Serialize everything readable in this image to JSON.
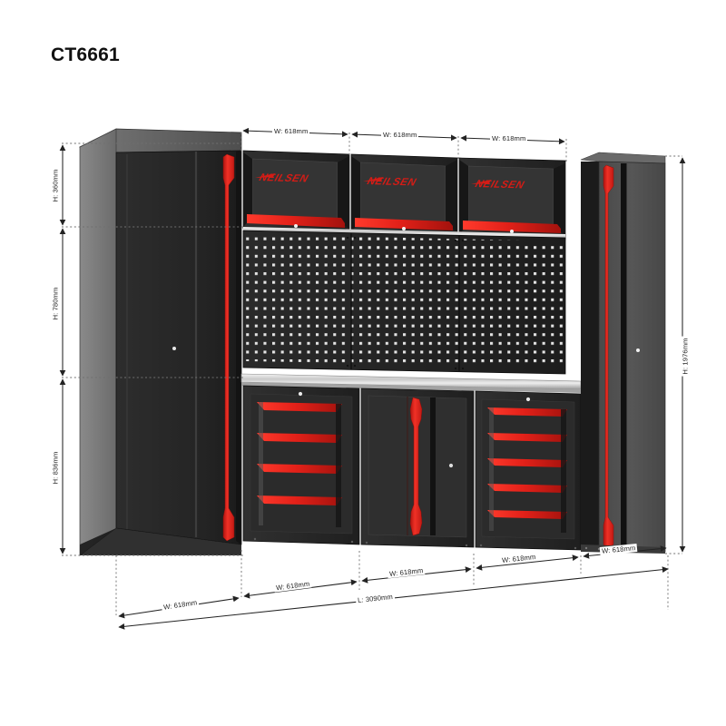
{
  "page": {
    "title": "CT6661",
    "background": "#ffffff"
  },
  "colors": {
    "brand_red": "#e32119",
    "body_black": "#262626",
    "panel_dark": "#1e1e1e",
    "side_gray": "#6e6e6e",
    "worktop": "#d8d8d8",
    "dimension_line": "#2b2b2b",
    "guide_line": "#9a9a9a"
  },
  "product": {
    "brand_logo_text": "NEILSEN",
    "view": "3d-perspective-rendering",
    "modules": [
      {
        "name": "left-tall-cabinet",
        "type": "tall-locker",
        "doors": 1,
        "handle": "red-vertical"
      },
      {
        "name": "wall-cabinet-1",
        "type": "wall-cabinet",
        "doors": 1,
        "logo": "NEILSEN"
      },
      {
        "name": "wall-cabinet-2",
        "type": "wall-cabinet",
        "doors": 1,
        "logo": "NEILSEN"
      },
      {
        "name": "wall-cabinet-3",
        "type": "wall-cabinet",
        "doors": 1,
        "logo": "NEILSEN"
      },
      {
        "name": "pegboard-back-panel",
        "type": "pegboard",
        "panels": 3
      },
      {
        "name": "stainless-worktop",
        "type": "worktop"
      },
      {
        "name": "base-drawer-unit-left",
        "type": "drawer-unit",
        "drawers": 4
      },
      {
        "name": "base-door-cabinet-centre",
        "type": "door-cabinet",
        "doors": 2
      },
      {
        "name": "base-drawer-unit-right",
        "type": "drawer-unit",
        "drawers": 5
      },
      {
        "name": "right-tall-cabinet",
        "type": "tall-locker",
        "doors": 1,
        "handle": "red-vertical"
      }
    ]
  },
  "dimensions": {
    "top_widths": [
      {
        "id": "top-w-1",
        "label": "W: 618mm"
      },
      {
        "id": "top-w-2",
        "label": "W: 618mm"
      },
      {
        "id": "top-w-3",
        "label": "W: 618mm"
      }
    ],
    "left_heights": [
      {
        "id": "left-h-1",
        "label": "H: 360mm"
      },
      {
        "id": "left-h-2",
        "label": "H: 780mm"
      },
      {
        "id": "left-h-3",
        "label": "H: 836mm"
      }
    ],
    "right_height": {
      "id": "right-h-total",
      "label": "H: 1976mm"
    },
    "bottom_widths": [
      {
        "id": "bot-w-1",
        "label": "W: 618mm"
      },
      {
        "id": "bot-w-2",
        "label": "W: 618mm"
      },
      {
        "id": "bot-w-3",
        "label": "W: 618mm"
      },
      {
        "id": "bot-w-4",
        "label": "W: 618mm"
      },
      {
        "id": "bot-w-5",
        "label": "W: 618mm"
      }
    ],
    "overall_length": {
      "id": "overall-length",
      "label": "L: 3090mm"
    }
  }
}
